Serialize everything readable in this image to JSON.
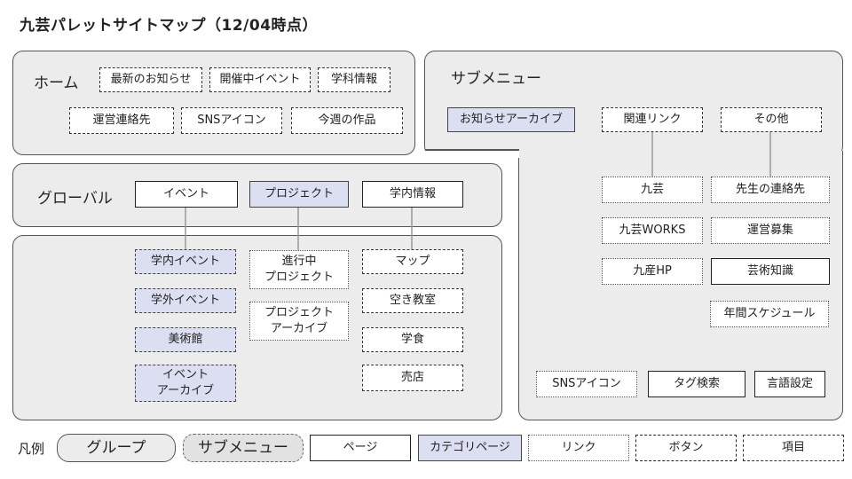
{
  "title": "九芸パレットサイトマップ（12/04時点）",
  "home": {
    "label": "ホーム",
    "items": [
      "最新のお知らせ",
      "開催中イベント",
      "学科情報",
      "運営連絡先",
      "SNSアイコン",
      "今週の作品"
    ]
  },
  "global": {
    "label": "グローバル",
    "categories": [
      "イベント",
      "プロジェクト",
      "学内情報"
    ]
  },
  "event_pages": [
    "学内イベント",
    "学外イベント",
    "美術館",
    "イベント\nアーカイブ"
  ],
  "project_pages": [
    "進行中\nプロジェクト",
    "プロジェクト\nアーカイブ"
  ],
  "campus_pages": [
    "マップ",
    "空き教室",
    "学食",
    "売店"
  ],
  "submenu": {
    "label": "サブメニュー",
    "top": [
      "お知らせアーカイブ",
      "関連リンク",
      "その他"
    ],
    "links": [
      "九芸",
      "九芸WORKS",
      "九産HP"
    ],
    "others": [
      "先生の連絡先",
      "運営募集",
      "芸術知識",
      "年間スケジュール"
    ],
    "bottom": [
      "SNSアイコン",
      "タグ検索",
      "言語設定"
    ]
  },
  "legend": {
    "label": "凡例",
    "items": [
      "グループ",
      "サブメニュー",
      "ページ",
      "カテゴリページ",
      "リンク",
      "ボタン",
      "項目"
    ]
  }
}
